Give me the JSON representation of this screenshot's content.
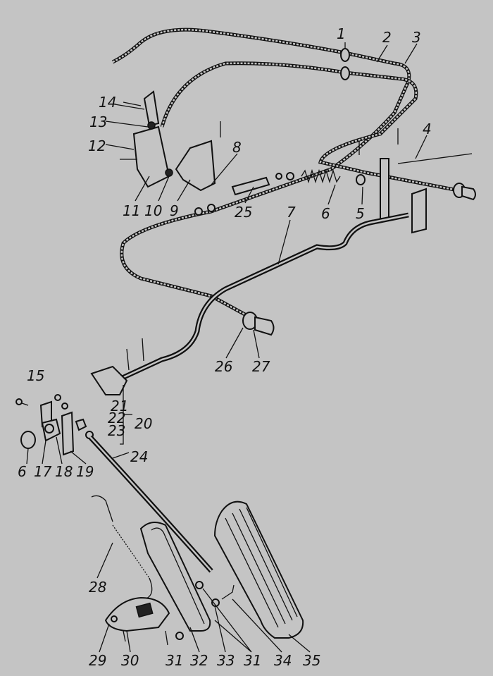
{
  "diagram": {
    "title": "Throttle and choke control linkage (exploded view)",
    "background": "#c4c4c4",
    "callouts": [
      "1",
      "2",
      "3",
      "4",
      "5",
      "6",
      "7",
      "8",
      "9",
      "10",
      "11",
      "12",
      "13",
      "14",
      "25",
      "26",
      "27",
      "15",
      "20",
      "21",
      "22",
      "23",
      "6",
      "17",
      "18",
      "19",
      "24",
      "28",
      "29",
      "30",
      "31",
      "32",
      "33",
      "31",
      "34",
      "35"
    ]
  }
}
